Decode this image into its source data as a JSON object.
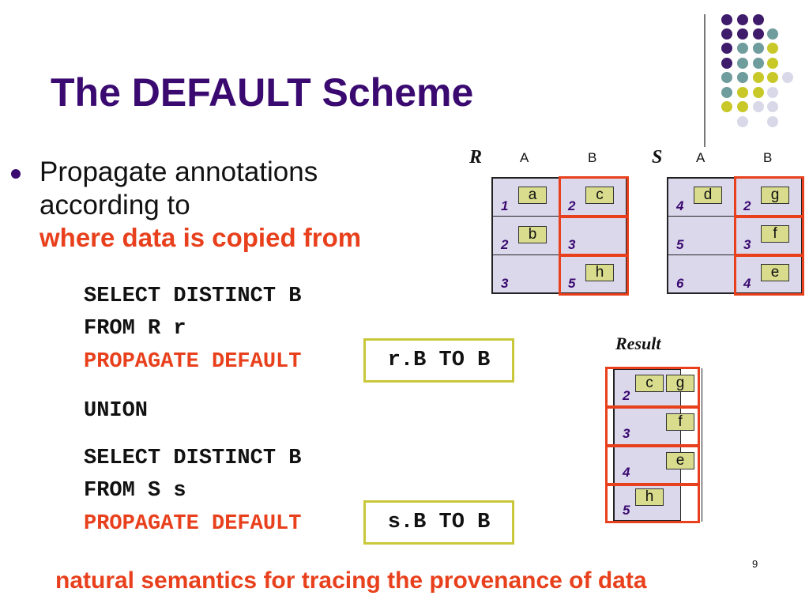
{
  "slide": {
    "title": "The DEFAULT Scheme",
    "bullet": {
      "line1": "Propagate annotations",
      "line2": "according to",
      "highlight": "where data is copied from"
    },
    "query1": {
      "select": "SELECT DISTINCT B",
      "from": "FROM R r",
      "propagate": "PROPAGATE DEFAULT",
      "clause": "r.B TO B"
    },
    "union": "UNION",
    "query2": {
      "select": "SELECT DISTINCT B",
      "from": "FROM S s",
      "propagate": "PROPAGATE DEFAULT",
      "clause": "s.B TO B"
    },
    "footer": "natural semantics for tracing the provenance of data",
    "page_number": "9"
  },
  "tables": {
    "R": {
      "name": "R",
      "columns": [
        "A",
        "B"
      ],
      "rows": [
        {
          "a": "1",
          "a_anno": "a",
          "b": "2",
          "b_anno": "c"
        },
        {
          "a": "2",
          "a_anno": "b",
          "b": "3",
          "b_anno": ""
        },
        {
          "a": "3",
          "a_anno": "",
          "b": "5",
          "b_anno": "h"
        }
      ]
    },
    "S": {
      "name": "S",
      "columns": [
        "A",
        "B"
      ],
      "rows": [
        {
          "a": "4",
          "a_anno": "d",
          "b": "2",
          "b_anno": "g"
        },
        {
          "a": "5",
          "a_anno": "",
          "b": "3",
          "b_anno": "f"
        },
        {
          "a": "6",
          "a_anno": "",
          "b": "4",
          "b_anno": "e"
        }
      ]
    },
    "Result": {
      "name": "Result",
      "rows": [
        {
          "b": "2",
          "anno1": "c",
          "anno2": "g"
        },
        {
          "b": "3",
          "anno1": "f"
        },
        {
          "b": "4",
          "anno1": "e"
        },
        {
          "b": "5",
          "anno1": "h"
        }
      ]
    }
  },
  "colors": {
    "title": "#3a0a70",
    "highlight": "#e8401c",
    "table_fill": "#dcd8ec",
    "annotation_fill": "#d8dc8c",
    "code_box_border": "#c8c83a"
  }
}
